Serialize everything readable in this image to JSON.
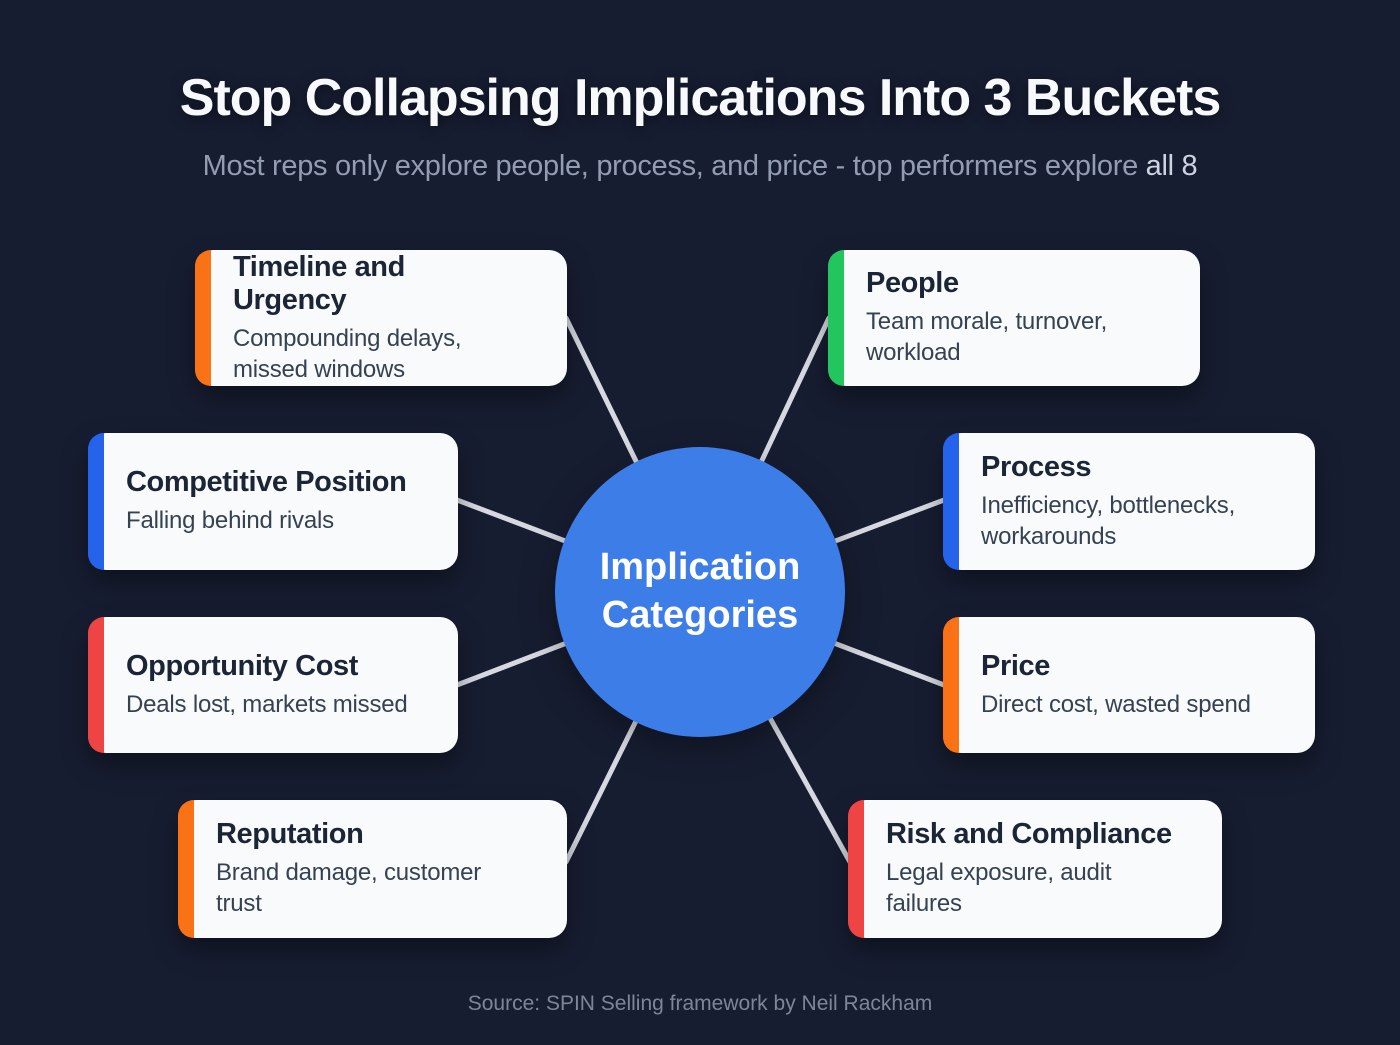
{
  "header": {
    "title": "Stop Collapsing Implications Into 3 Buckets",
    "subtitle_main": "Most reps only explore people, process, and price - top performers explore ",
    "subtitle_emphasis": "all 8"
  },
  "center": {
    "line1": "Implication",
    "line2": "Categories",
    "color": "#3d7de8"
  },
  "cards": [
    {
      "title": "Timeline and Urgency",
      "desc": "Compounding delays, missed windows",
      "accent": "#f97316"
    },
    {
      "title": "Competitive Position",
      "desc": "Falling behind rivals",
      "accent": "#2563eb"
    },
    {
      "title": "Opportunity Cost",
      "desc": "Deals lost, markets missed",
      "accent": "#ef4444"
    },
    {
      "title": "Reputation",
      "desc": "Brand damage, customer trust",
      "accent": "#f97316"
    },
    {
      "title": "People",
      "desc": "Team morale, turnover, workload",
      "accent": "#22c55e"
    },
    {
      "title": "Process",
      "desc": "Inefficiency, bottlenecks, workarounds",
      "accent": "#2563eb"
    },
    {
      "title": "Price",
      "desc": "Direct cost, wasted spend",
      "accent": "#f97316"
    },
    {
      "title": "Risk and Compliance",
      "desc": "Legal exposure, audit failures",
      "accent": "#ef4444"
    }
  ],
  "footer": {
    "source": "Source: SPIN Selling framework by Neil Rackham"
  }
}
